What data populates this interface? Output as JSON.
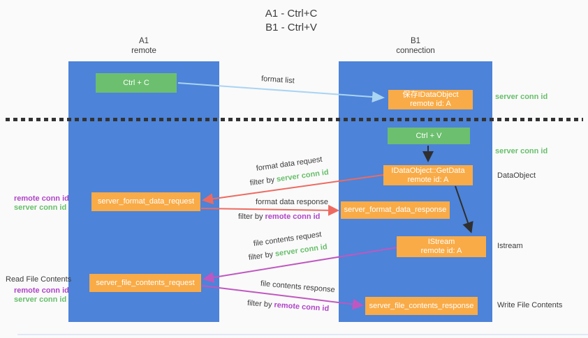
{
  "title": {
    "line1": "A1 - Ctrl+C",
    "line2": "B1 - Ctrl+V"
  },
  "columns": {
    "a": {
      "id": "A1",
      "name": "remote"
    },
    "b": {
      "id": "B1",
      "name": "connection"
    }
  },
  "nodes": {
    "ctrl_c": "Ctrl + C",
    "ctrl_v": "Ctrl + V",
    "save_dataobject": {
      "line1": "保存IDataObject",
      "line2": "remote id: A"
    },
    "getdata": {
      "line1": "IDataObject::GetData",
      "line2": "remote id: A"
    },
    "istream": {
      "line1": "IStream",
      "line2": "remote id: A"
    },
    "format_request": "server_format_data_request",
    "format_response": "server_format_data_response",
    "file_request": "server_file_contents_request",
    "file_response": "server_file_contents_response"
  },
  "arrow_labels": {
    "format_list": "format list",
    "format_data_request": "format data request",
    "format_data_response": "format data response",
    "file_contents_request": "file contents request",
    "file_contents_response": "file contents response",
    "filter_by": "filter by",
    "server_conn_id": "server conn id",
    "remote_conn_id": "remote conn id"
  },
  "side_labels": {
    "server_conn_id_top": "server conn id",
    "server_conn_id_mid": "server conn id",
    "dataobject": "DataObject",
    "istream": "Istream",
    "write_file_contents": "Write File Contents",
    "read_file_contents": "Read File Contents",
    "remote_conn_id": "remote conn id",
    "server_conn_id": "server conn id"
  },
  "colors": {
    "lane_blue": "#4d83d8",
    "node_green": "#6cbf6e",
    "node_orange": "#f9ab47",
    "arrow_lightblue": "#a9d4f2",
    "arrow_red": "#ee6a60",
    "arrow_magenta": "#c057c0",
    "arrow_black": "#2f2f2f",
    "text_green": "#67bf6b",
    "text_purple": "#b044c8",
    "text_dark": "#3b3b3b",
    "background": "#fafafa"
  }
}
